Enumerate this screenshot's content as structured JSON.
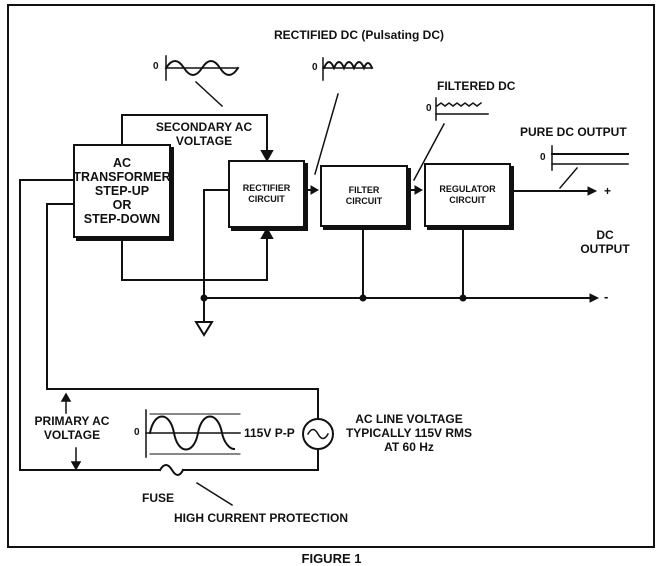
{
  "labels": {
    "rectified_dc": "RECTIFIED DC (Pulsating DC)",
    "secondary_ac": [
      "SECONDARY AC",
      "VOLTAGE"
    ],
    "filtered_dc": "FILTERED DC",
    "pure_dc_output": "PURE DC OUTPUT",
    "dc_output": [
      "DC",
      "OUTPUT"
    ],
    "plus": "+",
    "minus": "-",
    "primary_ac": [
      "PRIMARY AC",
      "VOLTAGE"
    ],
    "vpp": "115V P-P",
    "ac_line": [
      "AC LINE VOLTAGE",
      "TYPICALLY 115V RMS",
      "AT 60 Hz"
    ],
    "fuse": "FUSE",
    "high_current": "HIGH CURRENT PROTECTION",
    "zero": "0",
    "figure": "FIGURE 1"
  },
  "blocks": {
    "transformer": [
      "AC",
      "TRANSFORMER",
      "STEP-UP",
      "OR",
      "STEP-DOWN"
    ],
    "rectifier": [
      "RECTIFIER",
      "CIRCUIT"
    ],
    "filter": [
      "FILTER",
      "CIRCUIT"
    ],
    "regulator": [
      "REGULATOR",
      "CIRCUIT"
    ]
  }
}
